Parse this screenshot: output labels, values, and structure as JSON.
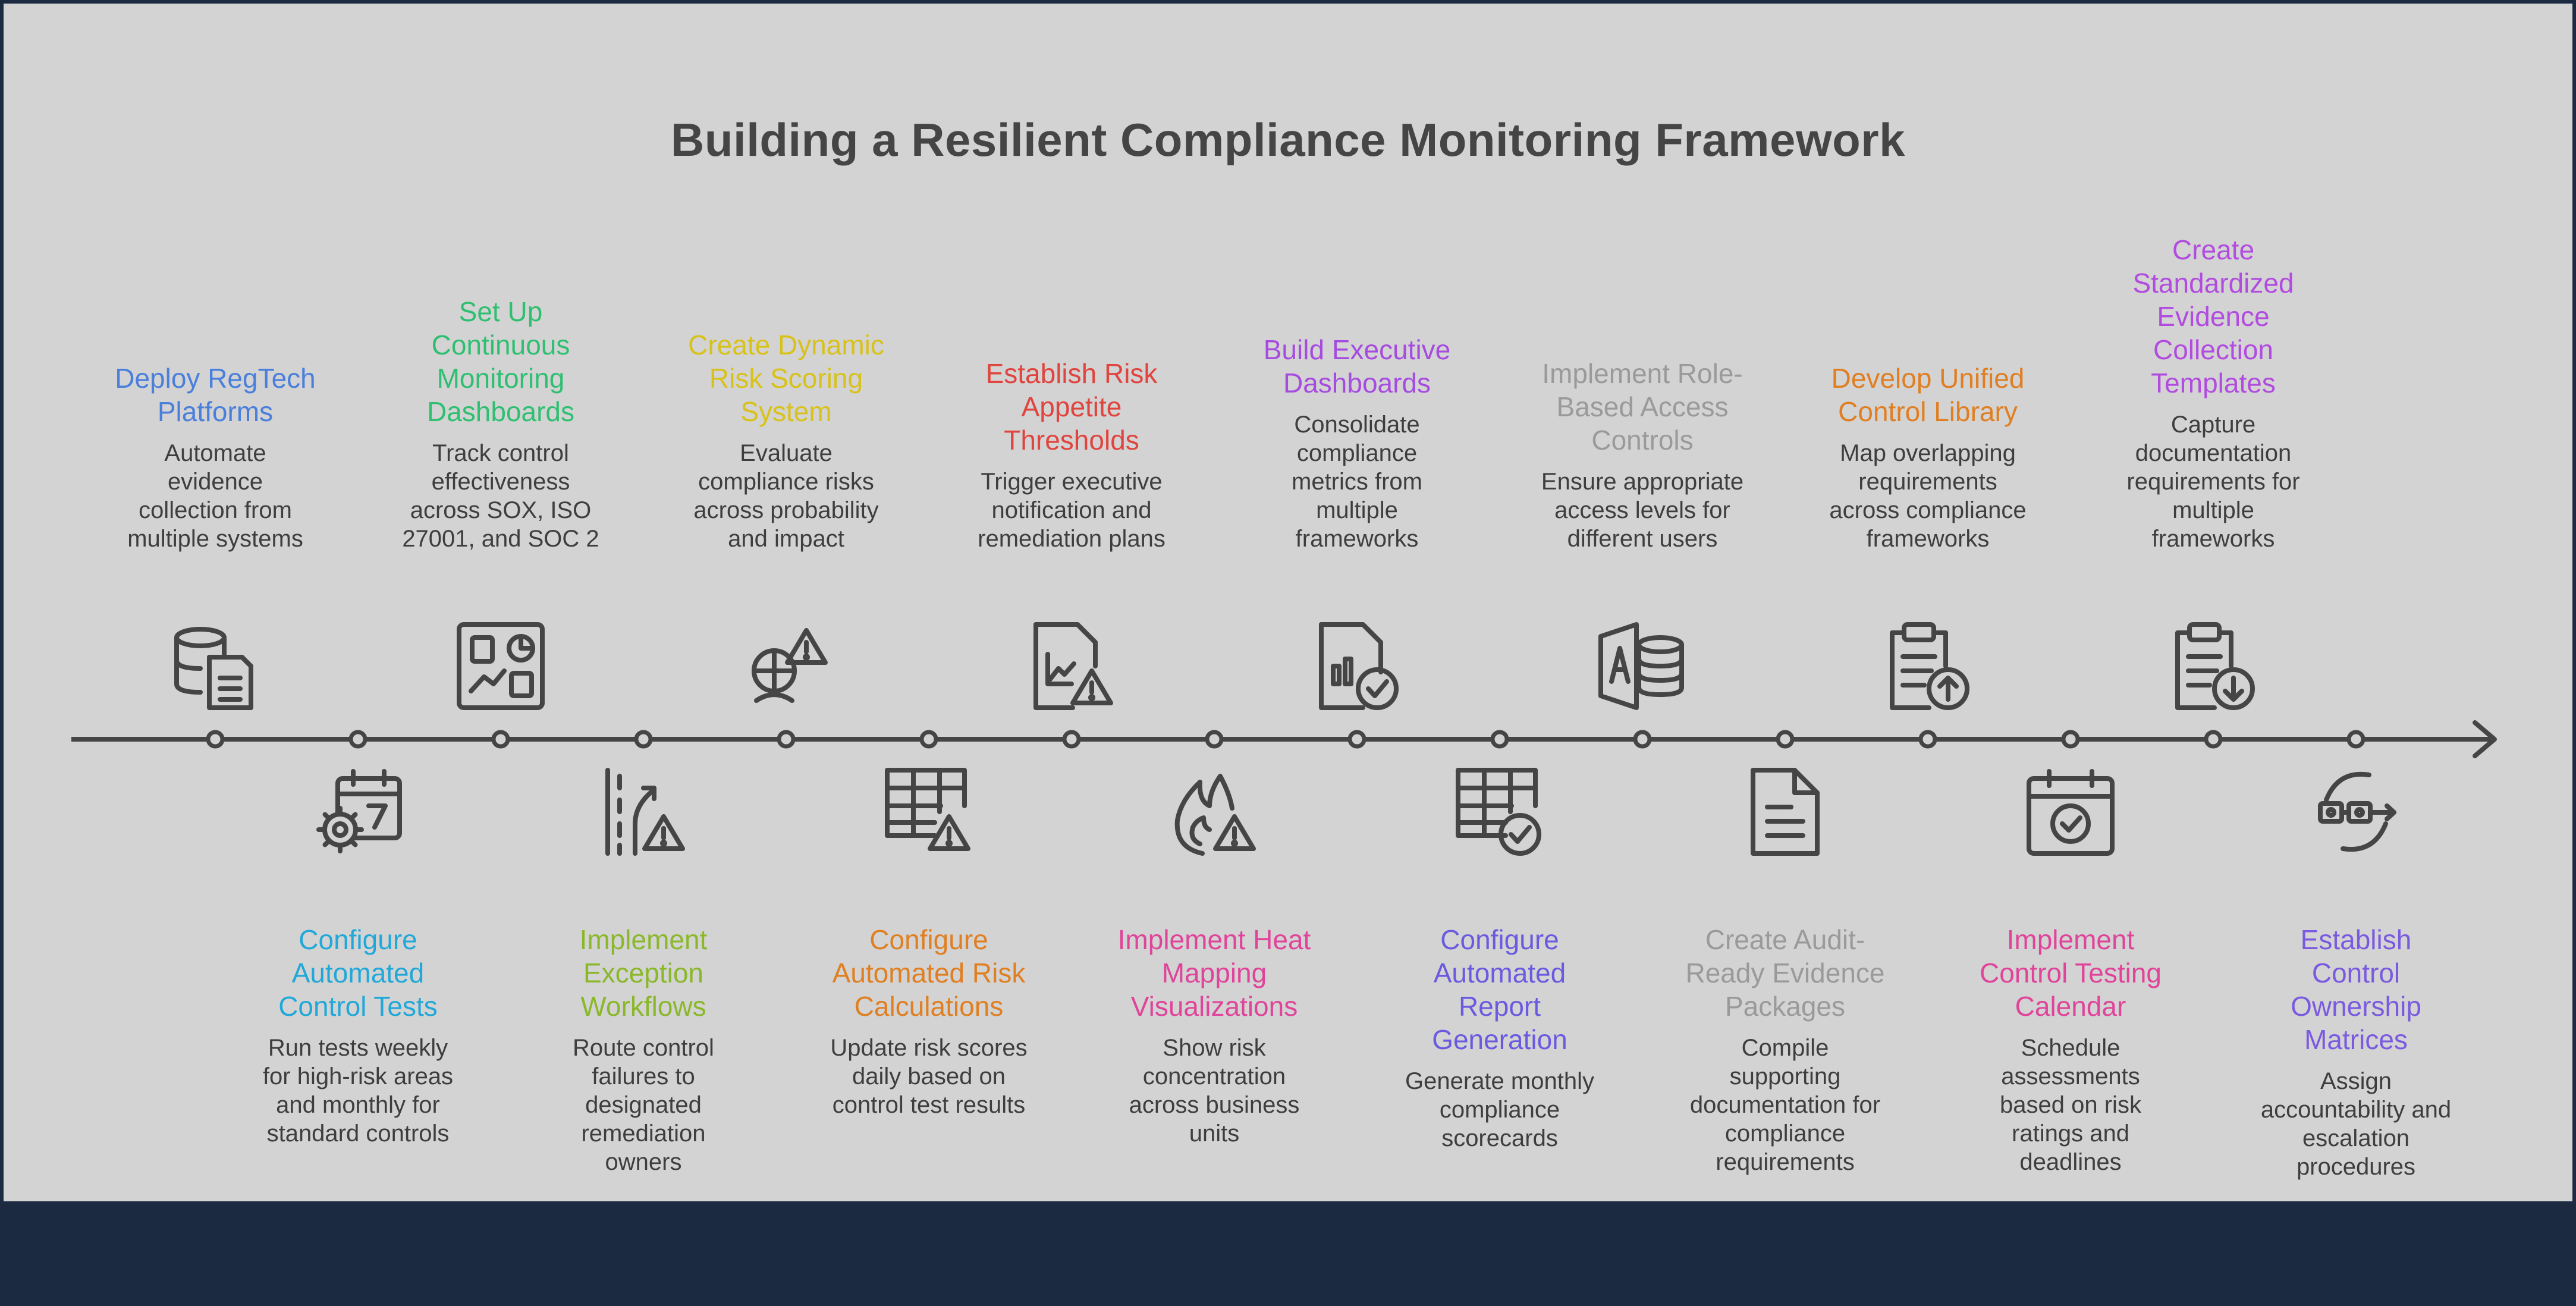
{
  "title": "Building a Resilient Compliance Monitoring Framework",
  "steps_top": [
    {
      "title": "Deploy RegTech Platforms",
      "lines": [
        "Deploy RegTech",
        "Platforms"
      ],
      "desc_lines": [
        "Automate",
        "evidence",
        "collection from",
        "multiple systems"
      ],
      "color": "#4a7fdc",
      "icon": "database-document-icon"
    },
    {
      "title": "Set Up Continuous Monitoring Dashboards",
      "lines": [
        "Set Up",
        "Continuous",
        "Monitoring",
        "Dashboards"
      ],
      "desc_lines": [
        "Track control",
        "effectiveness",
        "across SOX, ISO",
        "27001, and SOC 2"
      ],
      "color": "#2fbf71",
      "icon": "dashboard-icon"
    },
    {
      "title": "Create Dynamic Risk Scoring System",
      "lines": [
        "Create Dynamic",
        "Risk Scoring",
        "System"
      ],
      "desc_lines": [
        "Evaluate",
        "compliance risks",
        "across probability",
        "and impact"
      ],
      "color": "#d8c21a",
      "icon": "risk-target-warning-icon"
    },
    {
      "title": "Establish Risk Appetite Thresholds",
      "lines": [
        "Establish Risk",
        "Appetite",
        "Thresholds"
      ],
      "desc_lines": [
        "Trigger executive",
        "notification and",
        "remediation plans"
      ],
      "color": "#e0443e",
      "icon": "chart-document-warning-icon"
    },
    {
      "title": "Build Executive Dashboards",
      "lines": [
        "Build Executive",
        "Dashboards"
      ],
      "desc_lines": [
        "Consolidate",
        "compliance",
        "metrics from",
        "multiple",
        "frameworks"
      ],
      "color": "#a64be0",
      "icon": "report-check-icon"
    },
    {
      "title": "Implement Role-Based Access Controls",
      "lines": [
        "Implement Role-",
        "Based Access",
        "Controls"
      ],
      "desc_lines": [
        "Ensure appropriate",
        "access levels for",
        "different users"
      ],
      "color": "#9a9a9a",
      "icon": "access-database-icon"
    },
    {
      "title": "Develop Unified Control Library",
      "lines": [
        "Develop Unified",
        "Control Library"
      ],
      "desc_lines": [
        "Map overlapping",
        "requirements",
        "across compliance",
        "frameworks"
      ],
      "color": "#e07f22",
      "icon": "clipboard-upload-icon"
    },
    {
      "title": "Create Standardized Evidence Collection Templates",
      "lines": [
        "Create",
        "Standardized",
        "Evidence",
        "Collection",
        "Templates"
      ],
      "desc_lines": [
        "Capture",
        "documentation",
        "requirements for",
        "multiple",
        "frameworks"
      ],
      "color": "#b24be0",
      "icon": "clipboard-download-icon"
    }
  ],
  "steps_bottom": [
    {
      "title": "Configure Automated Control Tests",
      "lines": [
        "Configure",
        "Automated",
        "Control Tests"
      ],
      "desc_lines": [
        "Run tests weekly",
        "for high-risk areas",
        "and monthly for",
        "standard controls"
      ],
      "color": "#20a8d8",
      "icon": "gear-calendar-icon"
    },
    {
      "title": "Implement Exception Workflows",
      "lines": [
        "Implement",
        "Exception",
        "Workflows"
      ],
      "desc_lines": [
        "Route control",
        "failures to",
        "designated",
        "remediation",
        "owners"
      ],
      "color": "#8ab82a",
      "icon": "route-warning-icon"
    },
    {
      "title": "Configure Automated Risk Calculations",
      "lines": [
        "Configure",
        "Automated Risk",
        "Calculations"
      ],
      "desc_lines": [
        "Update risk scores",
        "daily based on",
        "control test results"
      ],
      "color": "#e07f22",
      "icon": "table-warning-icon"
    },
    {
      "title": "Implement Heat Mapping Visualizations",
      "lines": [
        "Implement Heat",
        "Mapping",
        "Visualizations"
      ],
      "desc_lines": [
        "Show risk",
        "concentration",
        "across business",
        "units"
      ],
      "color": "#e0449a",
      "icon": "fire-warning-icon"
    },
    {
      "title": "Configure Automated Report Generation",
      "lines": [
        "Configure",
        "Automated",
        "Report",
        "Generation"
      ],
      "desc_lines": [
        "Generate monthly",
        "compliance",
        "scorecards"
      ],
      "color": "#6a5ae0",
      "icon": "table-check-icon"
    },
    {
      "title": "Create Audit-Ready Evidence Packages",
      "lines": [
        "Create Audit-",
        "Ready Evidence",
        "Packages"
      ],
      "desc_lines": [
        "Compile",
        "supporting",
        "documentation for",
        "compliance",
        "requirements"
      ],
      "color": "#9a9a9a",
      "icon": "document-icon"
    },
    {
      "title": "Implement Control Testing Calendar",
      "lines": [
        "Implement",
        "Control Testing",
        "Calendar"
      ],
      "desc_lines": [
        "Schedule",
        "assessments",
        "based on risk",
        "ratings and",
        "deadlines"
      ],
      "color": "#e0449a",
      "icon": "calendar-check-icon"
    },
    {
      "title": "Establish Control Ownership Matrices",
      "lines": [
        "Establish",
        "Control",
        "Ownership",
        "Matrices"
      ],
      "desc_lines": [
        "Assign",
        "accountability and",
        "escalation",
        "procedures"
      ],
      "color": "#7a5ae0",
      "icon": "ownership-chain-icon"
    }
  ]
}
